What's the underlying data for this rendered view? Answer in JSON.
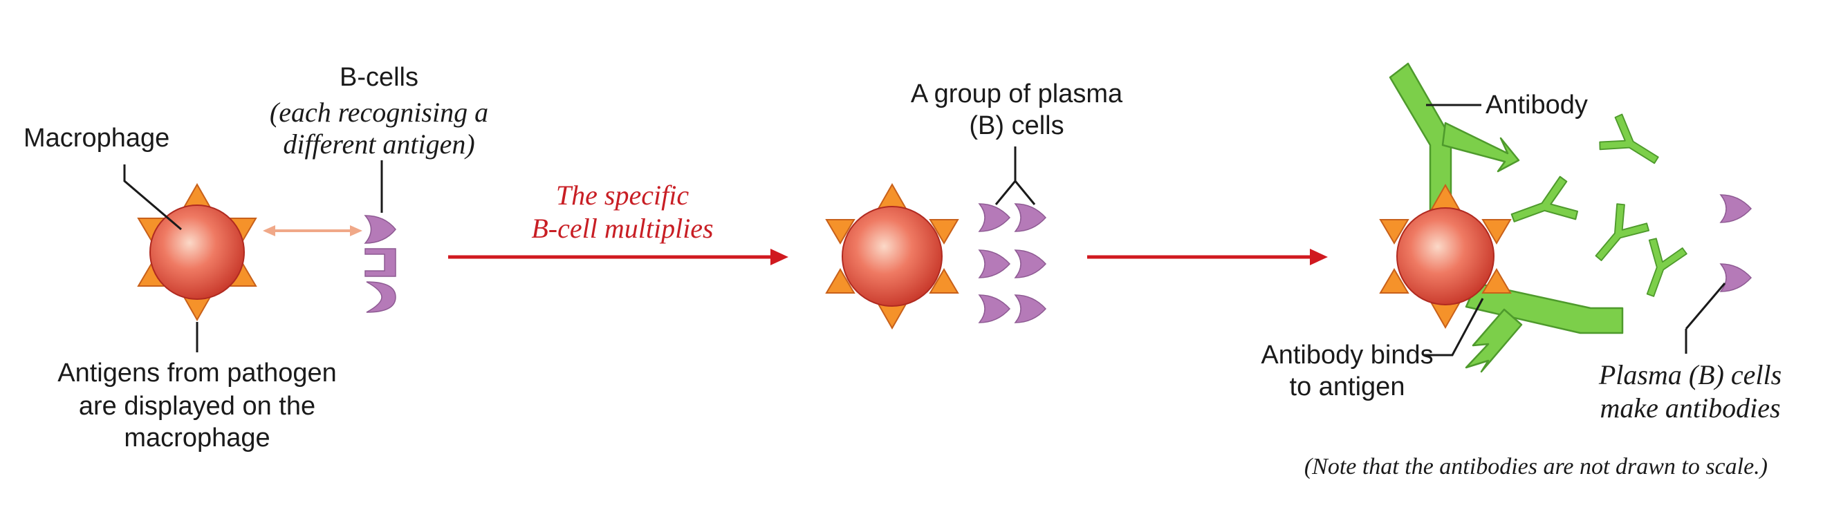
{
  "labels": {
    "macrophage": "Macrophage",
    "bcells_title": "B-cells",
    "bcells_note_line1": "(each recognising a",
    "bcells_note_line2": "different antigen)",
    "antigens_line1": "Antigens from pathogen",
    "antigens_line2": "are displayed on the",
    "antigens_line3": "macrophage",
    "step1_line1": "The specific",
    "step1_line2": "B-cell multiplies",
    "plasma_group_line1": "A group of plasma",
    "plasma_group_line2": "(B) cells",
    "antibody": "Antibody",
    "binds_line1": "Antibody binds",
    "binds_line2": "to antigen",
    "plasma_make_line1": "Plasma (B) cells",
    "plasma_make_line2": "make antibodies",
    "note": "(Note that the antibodies are not drawn to scale.)"
  },
  "colors": {
    "macrophage_fill": "#e4503c",
    "antigen_fill": "#f5922a",
    "bcell_fill": "#b57ab8",
    "antibody_fill": "#7ccf4a",
    "arrow_red": "#d0191f",
    "text_red": "#c81e24",
    "double_arrow": "#f0a888"
  }
}
